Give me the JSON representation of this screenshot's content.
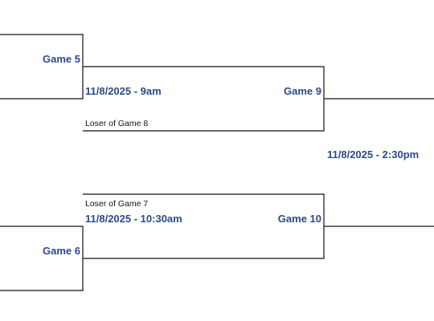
{
  "colors": {
    "accent": "#2d4a86",
    "line": "#111111",
    "background": "#ffffff"
  },
  "games": {
    "game5": {
      "label": "Game 5"
    },
    "game6": {
      "label": "Game 6"
    },
    "game9": {
      "label": "Game 9",
      "datetime": "11/8/2025 - 9am",
      "slot_bottom": "Loser of Game 8"
    },
    "game10": {
      "label": "Game 10",
      "datetime": "11/8/2025 - 10:30am",
      "slot_top": "Loser of Game 7"
    },
    "next_round": {
      "datetime": "11/8/2025 - 2:30pm"
    }
  }
}
